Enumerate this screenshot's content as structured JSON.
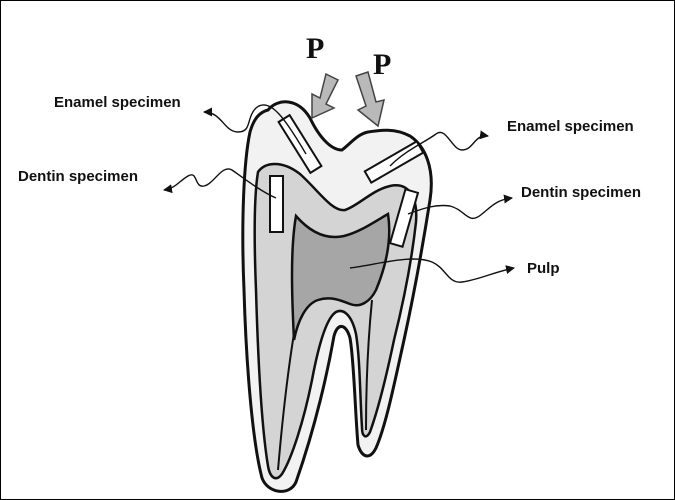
{
  "figure": {
    "force_labels": [
      "P",
      "P"
    ],
    "labels": {
      "enamel_left": "Enamel specimen",
      "enamel_right": "Enamel specimen",
      "dentin_left": "Dentin specimen",
      "dentin_right": "Dentin specimen",
      "pulp": "Pulp"
    },
    "colors": {
      "enamel": "#f2f2f2",
      "dentin": "#d4d4d4",
      "pulp": "#a6a6a6",
      "outline": "#111111",
      "arrow_fill": "#b9b9b9"
    }
  }
}
